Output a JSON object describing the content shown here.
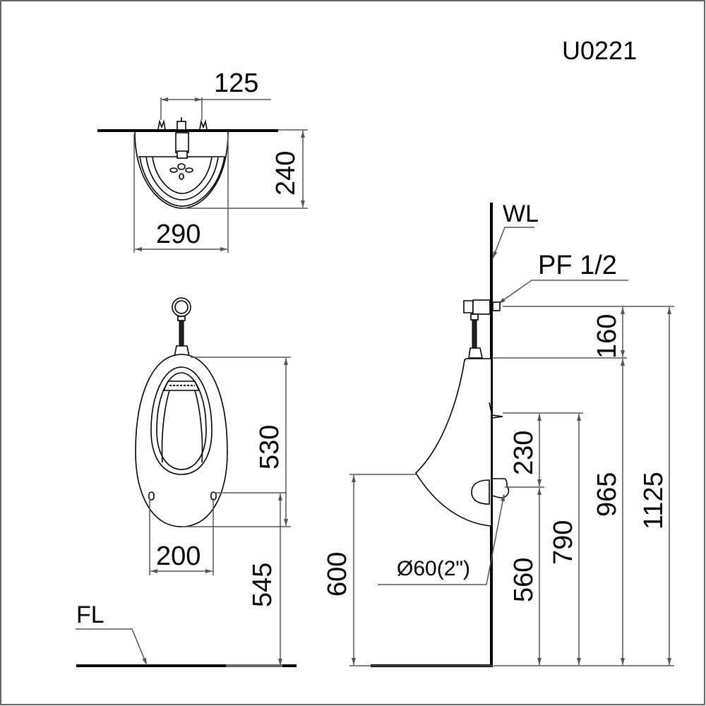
{
  "drawing": {
    "model_code": "U0221",
    "type": "Wall-hung urinal installation drawing",
    "units": "mm"
  },
  "top_view": {
    "dimensions": {
      "inlet_spacing": "125",
      "depth": "240",
      "width": "290"
    }
  },
  "front_view": {
    "dimensions": {
      "body_height": "530",
      "mounting_hole_spacing": "200",
      "bottom_to_floor": "545"
    },
    "labels": {
      "floor_line": "FL"
    }
  },
  "side_view": {
    "dimensions": {
      "inlet_to_top": "160",
      "rim_to_outlet": "230",
      "top_from_floor": "965",
      "inlet_from_floor": "1125",
      "rim_from_floor": "790",
      "outlet_from_floor": "560",
      "lip_from_floor": "600"
    },
    "labels": {
      "wall_line": "WL",
      "supply_thread": "PF 1/2",
      "outlet_diameter": "Ø60(2\")"
    }
  },
  "colors": {
    "outline": "#000000",
    "dimension_line": "#555555",
    "background": "#ffffff",
    "border": "#666666"
  }
}
